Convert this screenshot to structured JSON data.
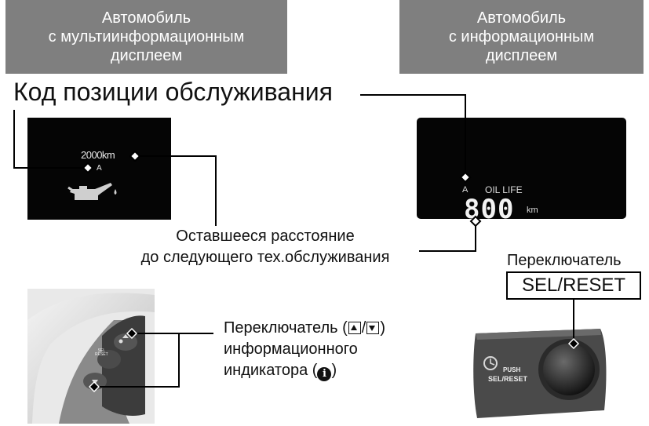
{
  "header_left": {
    "line1": "Автомобиль",
    "line2": "с мультиинформационным",
    "line3": "дисплеем"
  },
  "header_right": {
    "line1": "Автомобиль",
    "line2": "с информационным",
    "line3": "дисплеем"
  },
  "service_code_title": "Код позиции обслуживания",
  "left_display": {
    "distance": "2000km",
    "code": "A"
  },
  "right_display": {
    "code": "A",
    "label": "OIL LIFE",
    "digits": "800",
    "unit": "km"
  },
  "remaining_caption": {
    "line1": "Оставшееся расстояние",
    "line2": "до следующего тех.обслуживания"
  },
  "info_switch_caption": {
    "line1_prefix": "Переключатель (",
    "slash": "/",
    "line1_suffix": ")",
    "line2": "информационного",
    "line3_prefix": "индикатора (",
    "info_symbol": "i",
    "line3_suffix": ")"
  },
  "selreset_title": "Переключатель",
  "selreset_box": "SEL/RESET",
  "wheel_labels": {
    "sel": "SEL",
    "reset": "RESET"
  },
  "panel_labels": {
    "push": "PUSH",
    "sel_reset": "SEL/RESET"
  },
  "icons": [
    "oil-can-icon",
    "arrow-up-icon",
    "arrow-down-icon",
    "info-icon",
    "diamond-pointer-icon"
  ],
  "colors": {
    "header_bg": "#7f7f7f",
    "display_bg": "#050505",
    "display_text": "#e8e8e8"
  }
}
